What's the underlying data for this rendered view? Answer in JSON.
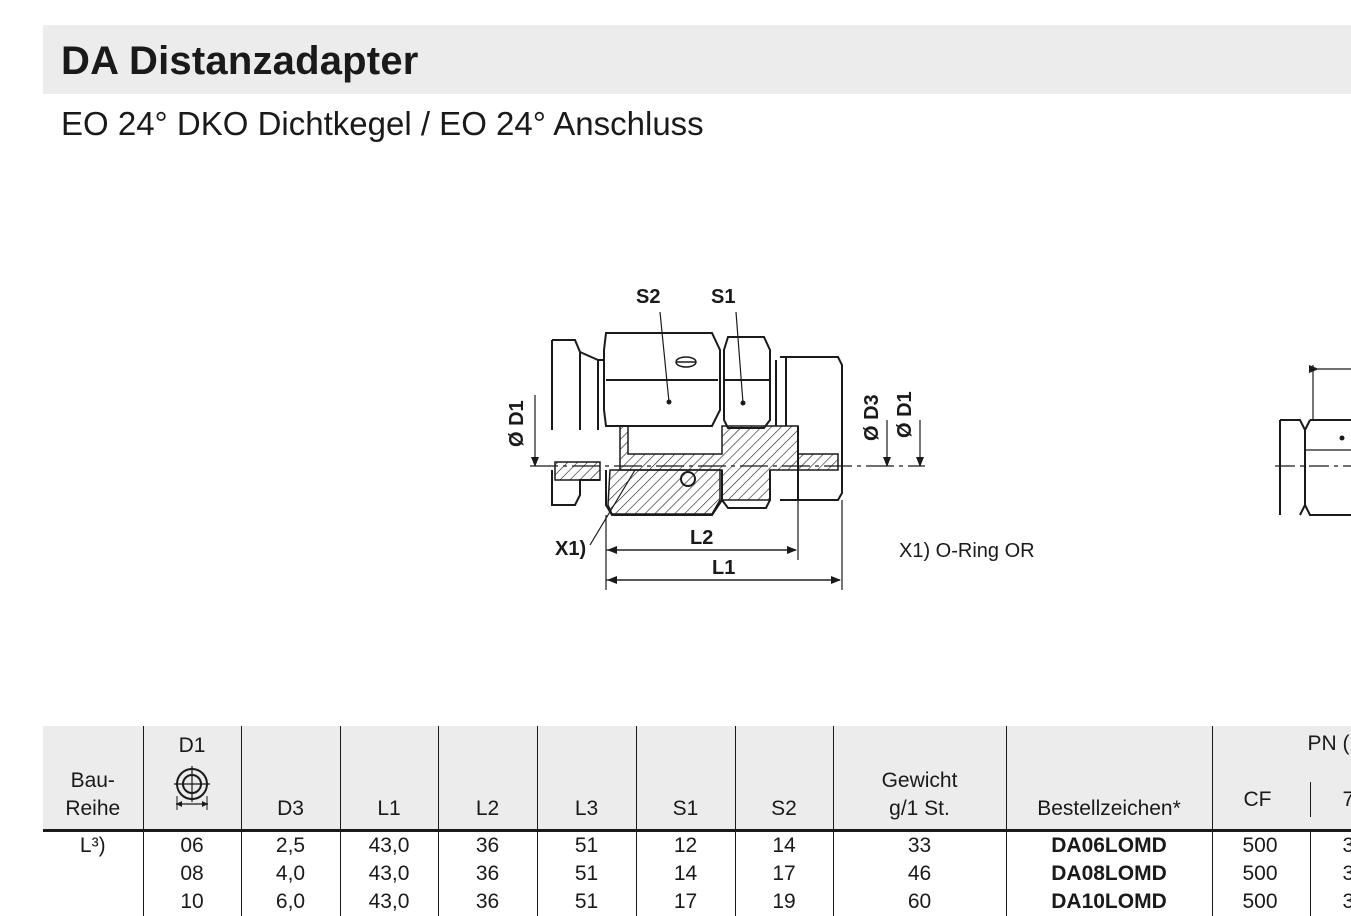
{
  "header": {
    "title": "DA  Distanzadapter",
    "subtitle": "EO 24° DKO Dichtkegel / EO 24° Anschluss"
  },
  "drawing": {
    "labels": {
      "s2": "S2",
      "s1": "S1",
      "d1_left": "Ø D1",
      "d3": "Ø D3",
      "d1_right": "Ø D1",
      "x1": "X1)",
      "l2": "L2",
      "l1": "L1"
    },
    "note": "X1) O-Ring OR"
  },
  "table": {
    "headers": {
      "baureihe_line1": "Bau-",
      "baureihe_line2": "Reihe",
      "d1": "D1",
      "d3": "D3",
      "l1": "L1",
      "l2": "L2",
      "l3": "L3",
      "s1": "S1",
      "s2": "S2",
      "gewicht_line1": "Gewicht",
      "gewicht_line2": "g/1 St.",
      "bestellzeichen": "Bestellzeichen*",
      "pn": "PN (",
      "cf": "CF",
      "next": "7"
    },
    "rows": [
      {
        "reihe": "L³)",
        "d1": "06",
        "d3": "2,5",
        "l1": "43,0",
        "l2": "36",
        "l3": "51",
        "s1": "12",
        "s2": "14",
        "gewicht": "33",
        "code": "DA06LOMD",
        "cf": "500",
        "next": "3"
      },
      {
        "reihe": "",
        "d1": "08",
        "d3": "4,0",
        "l1": "43,0",
        "l2": "36",
        "l3": "51",
        "s1": "14",
        "s2": "17",
        "gewicht": "46",
        "code": "DA08LOMD",
        "cf": "500",
        "next": "3"
      },
      {
        "reihe": "",
        "d1": "10",
        "d3": "6,0",
        "l1": "43,0",
        "l2": "36",
        "l3": "51",
        "s1": "17",
        "s2": "19",
        "gewicht": "60",
        "code": "DA10LOMD",
        "cf": "500",
        "next": "3"
      }
    ]
  }
}
